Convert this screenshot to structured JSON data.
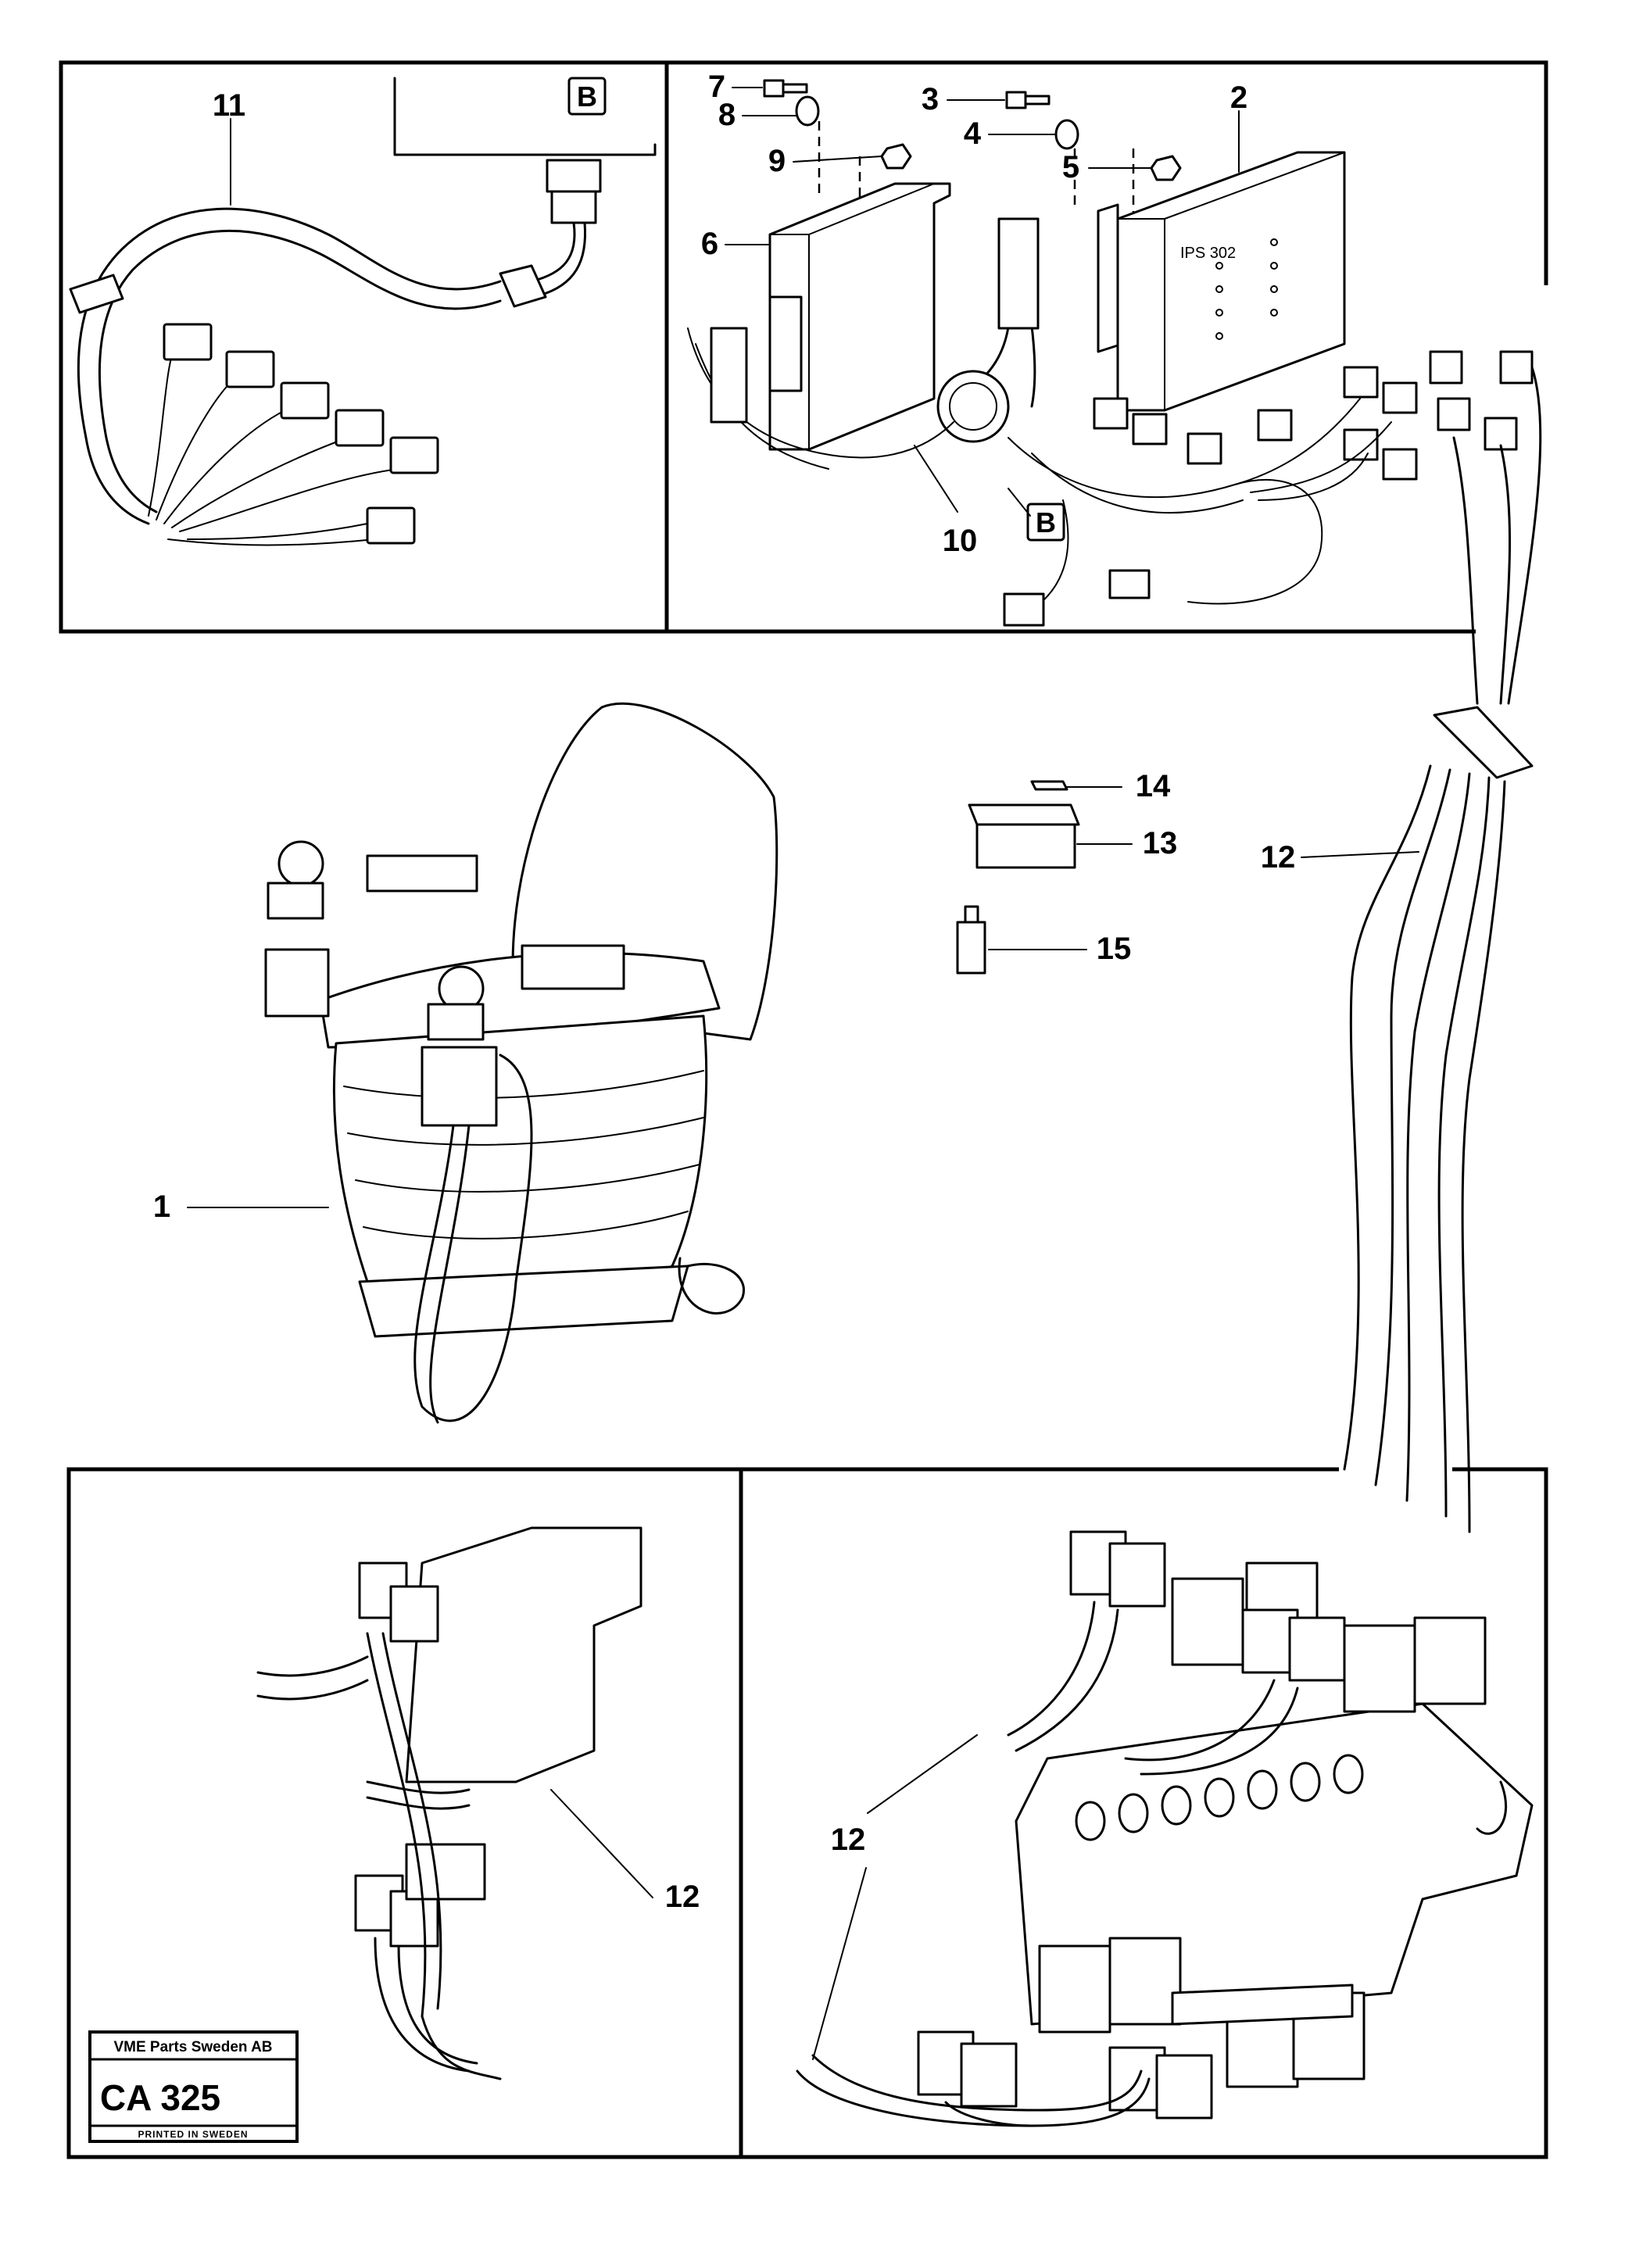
{
  "callouts": {
    "c1": "1",
    "c2": "2",
    "c3": "3",
    "c4": "4",
    "c5": "5",
    "c6": "6",
    "c7": "7",
    "c8": "8",
    "c9": "9",
    "c10": "10",
    "c11": "11",
    "c12": "12",
    "c13": "13",
    "c14": "14",
    "c15": "15"
  },
  "connector_label": "B",
  "module_marking": "IPS 302",
  "stamp": {
    "company": "VME Parts Sweden AB",
    "code": "CA 325",
    "printed": "PRINTED IN SWEDEN"
  }
}
